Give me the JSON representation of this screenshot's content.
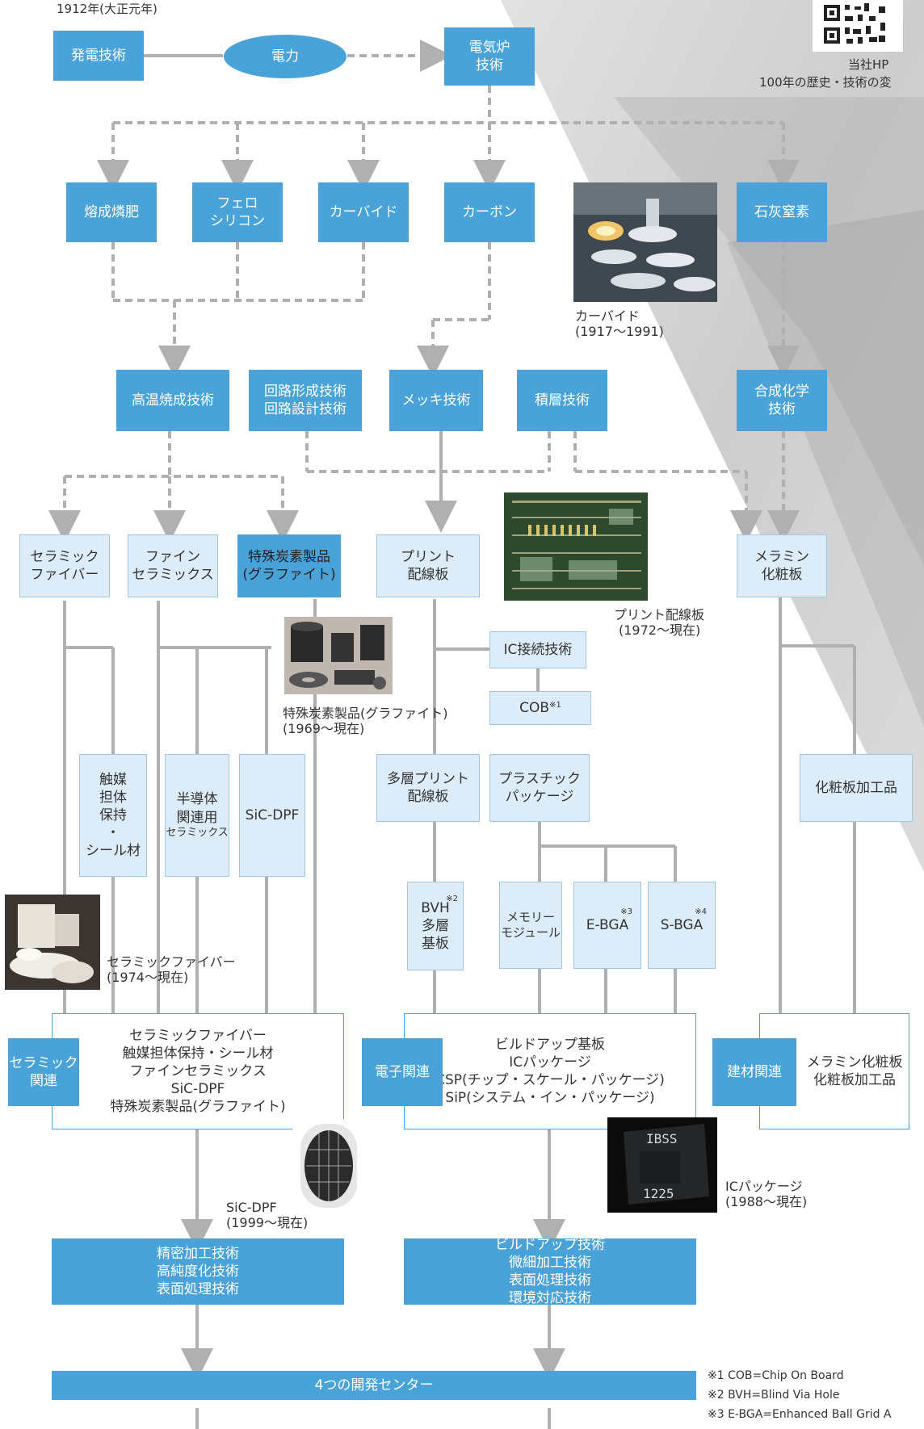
{
  "header": {
    "year": "1912年(大正元年)",
    "hp_label": "当社HP",
    "hp_desc": "100年の歴史・技術の変"
  },
  "nodes": {
    "hatsuden": "発電技術",
    "denryoku": "電力",
    "denkiro": [
      "電気炉",
      "技術"
    ],
    "yousei": "熔成燐肥",
    "fero": [
      "フェロ",
      "シリコン"
    ],
    "carbide": "カーバイド",
    "carbon": "カーボン",
    "sekkai": "石灰窒素",
    "kouon": "高温焼成技術",
    "kairo": [
      "回路形成技術",
      "回路設計技術"
    ],
    "mekki": "メッキ技術",
    "sekisou": "積層技術",
    "gousei": [
      "合成化学",
      "技術"
    ],
    "ceramic_fiber": [
      "セラミック",
      "ファイバー"
    ],
    "fine_ceramics": [
      "ファイン",
      "セラミックス"
    ],
    "tokushu": [
      "特殊炭素製品",
      "(グラファイト)"
    ],
    "print": [
      "プリント",
      "配線板"
    ],
    "melamine": [
      "メラミン",
      "化粧板"
    ],
    "ic_setsuzoku": "IC接続技術",
    "cob": "COB",
    "cob_sup": "※1",
    "shokubai": [
      "触媒",
      "担体",
      "保持",
      "・",
      "シール材"
    ],
    "handoutai": [
      "半導体",
      "関連用",
      "セラミックス"
    ],
    "sicdpf": "SiC-DPF",
    "tasou": [
      "多層プリント",
      "配線板"
    ],
    "plastic": [
      "プラスチック",
      "パッケージ"
    ],
    "keshouban_kakou": "化粧板加工品",
    "bvh": [
      "BVH",
      "多層",
      "基板"
    ],
    "bvh_sup": "※2",
    "memory": [
      "メモリー",
      "モジュール"
    ],
    "ebga": "E-BGA",
    "ebga_sup": "※3",
    "sbga": "S-BGA",
    "sbga_sup": "※4",
    "ceramic_kanren": [
      "セラミック",
      "関連"
    ],
    "denshi_kanren": "電子関連",
    "kenzai_kanren": "建材関連",
    "ceramic_products": [
      "セラミックファイバー",
      "触媒担体保持・シール材",
      "ファインセラミックス",
      "SiC-DPF",
      "特殊炭素製品(グラファイト)"
    ],
    "denshi_products": [
      "ビルドアップ基板",
      "ICパッケージ",
      "CSP(チップ・スケール・パッケージ)",
      "SiP(システム・イン・パッケージ)"
    ],
    "kenzai_products": [
      "メラミン化粧板",
      "化粧板加工品"
    ],
    "seimitsu": [
      "精密加工技術",
      "高純度化技術",
      "表面処理技術"
    ],
    "buildup": [
      "ビルドアップ技術",
      "微細加工技術",
      "表面処理技術",
      "環境対応技術"
    ],
    "center": "4つの開発センター"
  },
  "captions": {
    "carbide": [
      "カーバイド",
      "(1917〜1991)"
    ],
    "print": [
      "プリント配線板",
      "(1972〜現在)"
    ],
    "graphite": [
      "特殊炭素製品(グラファイト)",
      "(1969〜現在)"
    ],
    "ceramic_fiber": [
      "セラミックファイバー",
      "(1974〜現在)"
    ],
    "sicdpf": [
      "SiC-DPF",
      "(1999〜現在)"
    ],
    "icpkg": [
      "ICパッケージ",
      "(1988〜現在)"
    ],
    "chip_text1": "IBSS",
    "chip_text2": "1225"
  },
  "footnotes": [
    "※1 COB=Chip On Board",
    "※2 BVH=Blind Via Hole",
    "※3 E-BGA=Enhanced Ball Grid A"
  ],
  "colors": {
    "dark": "#4aa3d8",
    "light": "#dcecf8",
    "line": "#b0b0b0"
  }
}
